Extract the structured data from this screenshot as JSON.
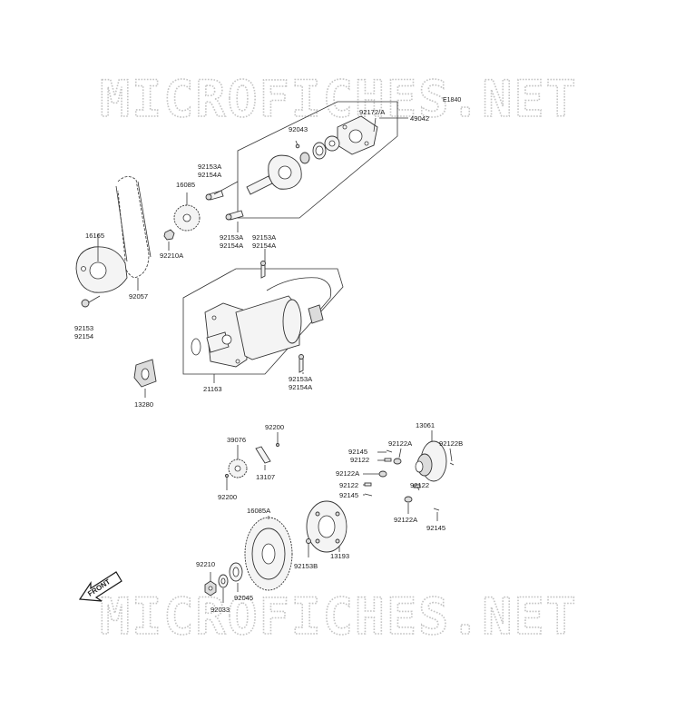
{
  "diagram_code": "E1840",
  "watermark": "MICROFICHES.NET",
  "front_label": "FRONT",
  "labels": {
    "p92172A": "92172/A",
    "p49042": "49042",
    "p92043": "92043",
    "p92153A_a": "92153A",
    "p92154A_a": "92154A",
    "p16085": "16085",
    "p92153A_b": "92153A",
    "p92154A_b": "92154A",
    "p92153A_c": "92153A",
    "p92154A_c": "92154A",
    "p16165": "16165",
    "p92210A": "92210A",
    "p92057": "92057",
    "p92153": "92153",
    "p92154": "92154",
    "p92153A_d": "92153A",
    "p92154A_d": "92154A",
    "p21163": "21163",
    "p13280": "13280",
    "p92200_a": "92200",
    "p39076": "39076",
    "p13107": "13107",
    "p92200_b": "92200",
    "p13061": "13061",
    "p92145_a": "92145",
    "p92122A_a": "92122A",
    "p92122B": "92122B",
    "p92122_a": "92122",
    "p92122A_b": "92122A",
    "p92122_b": "92122",
    "p92145_b": "92145",
    "p92122_c": "92122",
    "p92122A_c": "92122A",
    "p92145_c": "92145",
    "p16085A": "16085A",
    "p13193": "13193",
    "p92153B": "92153B",
    "p92210": "92210",
    "p92045": "92045",
    "p92033": "92033"
  }
}
